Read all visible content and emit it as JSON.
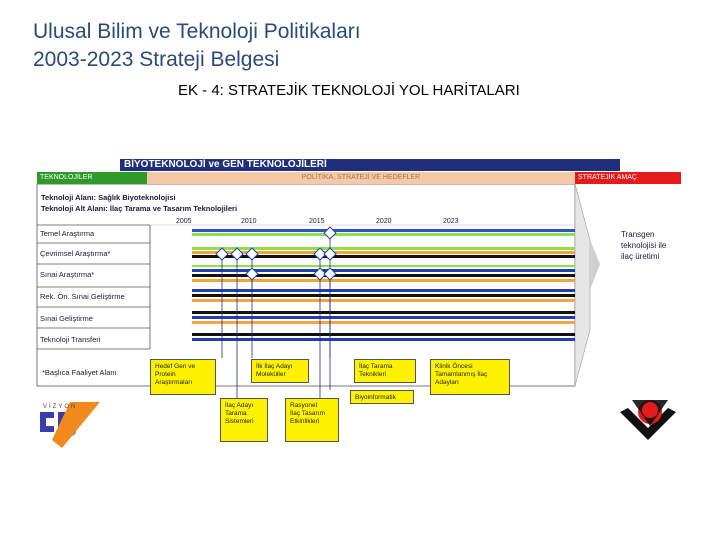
{
  "title_lines": [
    "Ulusal Bilim ve Teknoloji Politikaları",
    "2003-2023 Strateji Belgesi"
  ],
  "subtitle": "EK - 4: STRATEJİK TEKNOLOJİ YOL HARİTALARI",
  "header": {
    "main": "BİYOTEKNOLOJİ ve GEN TEKNOLOJİLERİ",
    "technologies": "TEKNOLOJİLER",
    "policy": "POLİTİKA, STRATEJİ VE HEDEFLER",
    "goal_heading": "STRATEJİK AMAÇ"
  },
  "tech_area": "Teknoloji Alanı: Sağlık Biyoteknolojisi",
  "tech_subarea": "Teknoloji Alt Alanı: İlaç Tarama ve Tasarım Teknolojileri",
  "years": [
    "2005",
    "2010",
    "2015",
    "2020",
    "2023"
  ],
  "rows": [
    "Temel Araştırma",
    "Çevrimsel Araştırma*",
    "Sınai Araştırma*",
    "Rek. Ön. Sınai Geliştirme",
    "Sınai Geliştirme",
    "Teknoloji Transferi"
  ],
  "legend": "*Başlıca Faaliyet Alanı",
  "goal": [
    "Transgen",
    "teknolojisi ile",
    "ilaç üretimi"
  ],
  "boxes": {
    "hedef": [
      "Hedef Gen ve",
      "Protein",
      "Araştırmaları"
    ],
    "ilk_ilac": [
      "İlk İlaç Adayı",
      "Moleküller"
    ],
    "ilac_adayi": [
      "İlaç Adayı",
      "Tarama",
      "Sistemleri"
    ],
    "rasyonel": [
      "Rasyonel",
      "İlaç Tasarım",
      "Etkinlikleri"
    ],
    "ilac_tarama": [
      "İlaç Tarama",
      "Teknikleri"
    ],
    "biyoinformatik": [
      "Biyoinformatik"
    ],
    "klinik": [
      "Klinik Öncesi",
      "Tamamlanmış İlaç",
      "Adayları"
    ]
  },
  "vizyon": "VİZYON",
  "vizyon_year": "2023",
  "colors": {
    "header_blue": "#1f2f7a",
    "green": "#2f9a2a",
    "peach": "#f5c9a5",
    "red": "#e31b1b",
    "highlight_yellow": "#fff200",
    "bar_green": "#8ee04a",
    "bar_orange": "#f2a53a",
    "bar_blue": "#1f3fb0",
    "bar_black": "#111111"
  }
}
